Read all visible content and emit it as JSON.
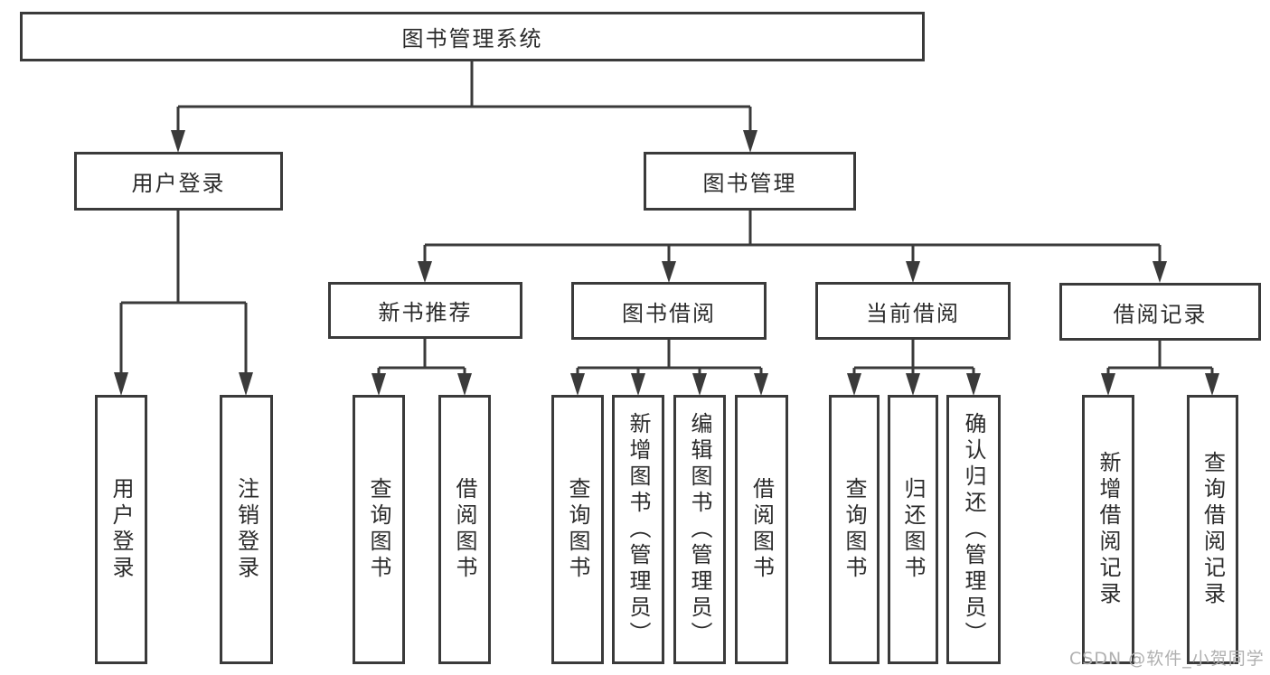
{
  "diagram": {
    "root": {
      "label": "图书管理系统"
    },
    "branches": [
      {
        "label": "用户登录",
        "children": [
          {
            "label": "用户登录"
          },
          {
            "label": "注销登录"
          }
        ]
      },
      {
        "label": "图书管理",
        "children": [
          {
            "label": "新书推荐",
            "children": [
              {
                "label": "查询图书"
              },
              {
                "label": "借阅图书"
              }
            ]
          },
          {
            "label": "图书借阅",
            "children": [
              {
                "label": "查询图书"
              },
              {
                "label": "新增图书（管理员）"
              },
              {
                "label": "编辑图书（管理员）"
              },
              {
                "label": "借阅图书"
              }
            ]
          },
          {
            "label": "当前借阅",
            "children": [
              {
                "label": "查询图书"
              },
              {
                "label": "归还图书"
              },
              {
                "label": "确认归还（管理员）"
              }
            ]
          },
          {
            "label": "借阅记录",
            "children": [
              {
                "label": "新增借阅记录"
              },
              {
                "label": "查询借阅记录"
              }
            ]
          }
        ]
      }
    ],
    "watermark": "CSDN @软件_小贺同学",
    "colors": {
      "line": "#3a3a3a",
      "text": "#2b2b2b",
      "watermark": "#b0b0b0",
      "background": "#ffffff"
    }
  }
}
